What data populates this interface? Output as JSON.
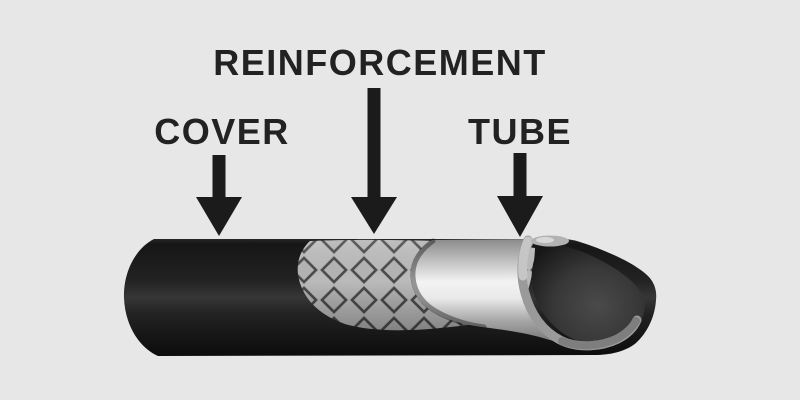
{
  "diagram": {
    "subject": "hose-cutaway",
    "callouts": [
      {
        "label": "COVER",
        "target": "cover"
      },
      {
        "label": "REINFORCEMENT",
        "target": "reinforcement"
      },
      {
        "label": "TUBE",
        "target": "tube"
      }
    ],
    "colors": {
      "background": "#e7e7e7",
      "label_text": "#222222",
      "arrow": "#1b1b1b",
      "cover_black": "#1a1a1a",
      "mesh_base": "#b7b7b7",
      "mesh_line": "#4d4d4d",
      "tube_highlight": "#f3f3f3",
      "tube_shadow": "#8c8c8c",
      "bore_interior": "#3f3f3f",
      "rim_gray": "#9a9a9a"
    }
  }
}
